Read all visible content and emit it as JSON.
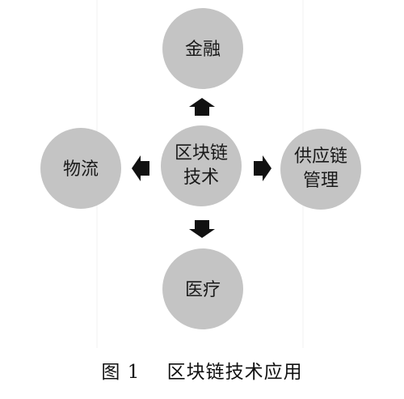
{
  "diagram": {
    "center": {
      "lines": [
        "区块链",
        "技术"
      ]
    },
    "top": {
      "lines": [
        "金融"
      ]
    },
    "left": {
      "lines": [
        "物流"
      ]
    },
    "right": {
      "lines": [
        "供应链",
        "管理"
      ]
    },
    "bottom": {
      "lines": [
        "医疗"
      ]
    },
    "colors": {
      "circle_fill": "#c4c4c4",
      "arrow_fill": "#111111"
    }
  },
  "caption": {
    "figure_number": "图 1",
    "title": "区块链技术应用"
  }
}
